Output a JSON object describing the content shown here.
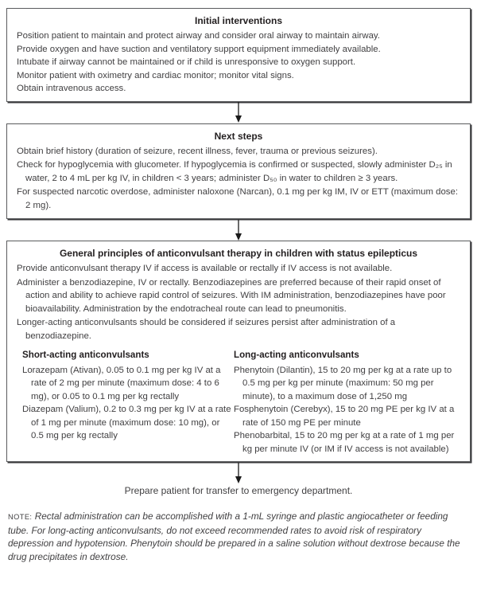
{
  "boxes": [
    {
      "title": "Initial interventions",
      "lines": [
        "Position patient to maintain and protect airway and consider oral airway to maintain airway.",
        "Provide oxygen and have suction and ventilatory support equipment immediately available.",
        "Intubate if airway cannot be maintained or if child is unresponsive to oxygen support.",
        "Monitor patient with oximetry and cardiac monitor; monitor vital signs.",
        "Obtain intravenous access."
      ]
    },
    {
      "title": "Next steps",
      "lines": [
        "Obtain brief history (duration of seizure, recent illness, fever, trauma or previous seizures).",
        "Check for hypoglycemia with glucometer. If hypoglycemia is confirmed or suspected, slowly administer D₂₅ in water, 2 to 4 mL per kg IV, in children < 3 years; administer D₅₀ in water to children ≥ 3 years.",
        "For suspected narcotic overdose, administer naloxone (Narcan), 0.1 mg per kg IM, IV or ETT (maximum dose: 2 mg)."
      ]
    },
    {
      "title": "General principles of anticonvulsant therapy in children with status epilepticus",
      "lines": [
        "Provide anticonvulsant therapy IV if access is available or rectally if IV access is not available.",
        "Administer a benzodiazepine, IV or rectally. Benzodiazepines are preferred because of their rapid onset of action and ability to achieve rapid control of seizures. With IM administration, benzodiazepines have poor bioavailability. Administration by the endotracheal route can lead to pneumonitis.",
        "Longer-acting anticonvulsants should be considered if seizures persist after administration of a benzodiazepine."
      ],
      "columns": {
        "left": {
          "header": "Short-acting anticonvulsants",
          "items": [
            "Lorazepam (Ativan), 0.05 to 0.1 mg per kg IV at a rate of 2 mg per minute (maximum dose: 4 to 6 mg), or 0.05 to 0.1 mg per kg rectally",
            "Diazepam (Valium), 0.2 to 0.3 mg per kg IV at a rate of 1 mg per minute (maximum dose: 10 mg), or 0.5 mg per kg rectally"
          ]
        },
        "right": {
          "header": "Long-acting anticonvulsants",
          "items": [
            "Phenytoin (Dilantin), 15 to 20 mg per kg at a rate up to 0.5 mg per kg per minute (maximum: 50 mg per minute), to a maximum dose of 1,250 mg",
            "Fosphenytoin (Cerebyx), 15 to 20 mg PE per kg IV at a rate of 150 mg PE per minute",
            "Phenobarbital, 15 to 20 mg per kg at a rate of 1 mg per kg per minute IV (or IM if IV access is not available)"
          ]
        }
      }
    }
  ],
  "final_step": "Prepare patient for transfer to emergency department.",
  "footnote": {
    "label": "NOTE:",
    "text": "Rectal administration can be accomplished with a 1-mL syringe and plastic angiocatheter or feeding tube. For long-acting anticonvulsants, do not exceed recommended rates to avoid risk of respiratory depression and hypotension. Phenytoin should be prepared in a saline solution without dextrose because the drug precipitates in dextrose."
  },
  "colors": {
    "text": "#414042",
    "title": "#231f20",
    "box_border": "#5a5b5d",
    "box_shadow": "#3a3a3c",
    "arrow": "#1a1a1a",
    "background": "#ffffff"
  }
}
